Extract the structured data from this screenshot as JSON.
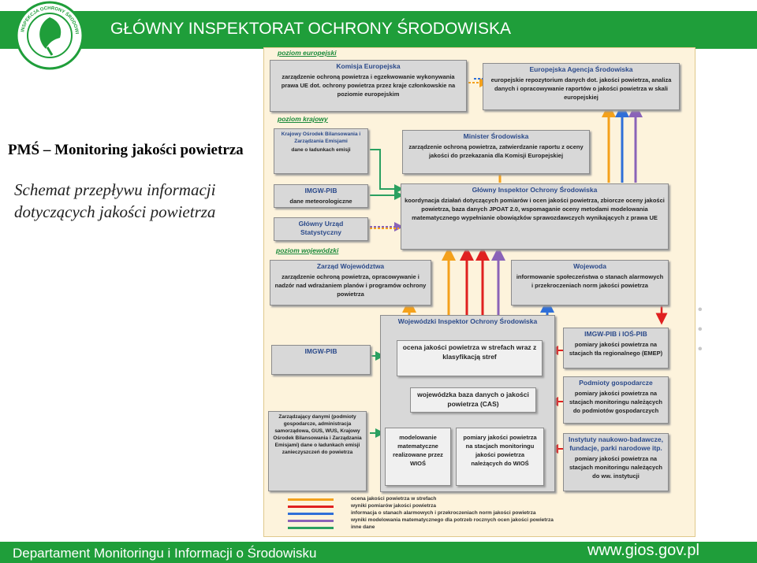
{
  "header": {
    "title": "GŁÓWNY INSPEKTORAT OCHRONY ŚRODOWISKA"
  },
  "logo": {
    "text": "INSPEKCJA OCHRONY ŚRODOWISKA"
  },
  "slide": {
    "title": "PMŚ – Monitoring jakości powietrza",
    "subtitle_line1": "Schemat przepływu informacji",
    "subtitle_line2": "dotyczących jakości powietrza"
  },
  "diagram": {
    "levels": {
      "eu": "poziom europejski",
      "national": "poziom krajowy",
      "regional": "poziom wojewódzki"
    },
    "boxes": {
      "ke": {
        "title": "Komisja Europejska",
        "body": "zarządzenie ochroną powietrza i egzekwowanie wykonywania prawa UE dot. ochrony powietrza przez kraje członkowskie na poziomie europejskim"
      },
      "eea": {
        "title": "Europejska Agencja Środowiska",
        "body": "europejskie repozytorium danych dot. jakości powietrza, analiza danych i opracowywanie raportów o jakości powietrza w skali europejskiej"
      },
      "kobize": {
        "title": "Krajowy Ośrodek Bilansowania i Zarządzania Emisjami",
        "body": "dane o ładunkach emisji"
      },
      "minister": {
        "title": "Minister Środowiska",
        "body": "zarządzenie ochroną powietrza, zatwierdzanie raportu z oceny jakości do przekazania dla Komisji Europejskiej"
      },
      "imgw_nat": {
        "title": "IMGW-PIB",
        "body": "dane meteorologiczne"
      },
      "gus": {
        "title": "Główny Urząd Statystyczny",
        "body": ""
      },
      "gios": {
        "title": "Główny Inspektor Ochrony Środowiska",
        "body": "koordynacja działań dotyczących pomiarów i ocen jakości powietrza, zbiorcze oceny jakości powietrza, baza danych JPOAT 2.0, wspomaganie oceny metodami modelowania matematycznego wypełnianie obowiązków sprawozdawczych wynikających z prawa UE"
      },
      "zarzad": {
        "title": "Zarząd Województwa",
        "body": "zarządzenie ochroną powietrza, opracowywanie i nadzór nad wdrażaniem planów i programów ochrony powietrza"
      },
      "wojewoda": {
        "title": "Wojewoda",
        "body": "informowanie społeczeństwa o stanach alarmowych i przekroczeniach norm jakości powietrza"
      },
      "wios": {
        "title": "Wojewódzki Inspektor Ochrony Środowiska",
        "body": ""
      },
      "ocena": {
        "title": "",
        "body": "ocena jakości powietrza w strefach wraz z klasyfikacją stref"
      },
      "cas": {
        "title": "",
        "body": "wojewódzka baza danych o jakości powietrza (CAS)"
      },
      "modelowanie": {
        "title": "",
        "body": "modelowanie matematyczne realizowane przez WIOŚ"
      },
      "pomiary": {
        "title": "",
        "body": "pomiary jakości powietrza na stacjach monitoringu jakości powietrza należących do WIOŚ"
      },
      "imgw_reg": {
        "title": "IMGW-PIB",
        "body": ""
      },
      "zarzadzajacy": {
        "title": "",
        "body": "Zarządzający danymi (podmioty gospodarcze, administracja samorządowa, GUS, WUS, Krajowy Ośrodek Bilansowania i Zarządzania Emisjami) dane o ładunkach emisji zanieczyszczeń do powietrza"
      },
      "imgw_ios": {
        "title": "IMGW-PIB i IOŚ-PIB",
        "body": "pomiary jakości powietrza na stacjach tła regionalnego (EMEP)"
      },
      "podmioty": {
        "title": "Podmioty gospodarcze",
        "body": "pomiary jakości powietrza na stacjach monitoringu należących do podmiotów gospodarczych"
      },
      "instytuty": {
        "title": "Instytuty naukowo-badawcze, fundacje, parki narodowe itp.",
        "body": "pomiary jakości powietrza na stacjach monitoringu należących do ww. instytucji"
      }
    },
    "legend": [
      {
        "color": "#f4a11b",
        "text": "ocena jakości powietrza w strefach"
      },
      {
        "color": "#e02020",
        "text": "wyniki pomiarów jakości powietrza"
      },
      {
        "color": "#2f6fd8",
        "text": "informacja o stanach alarmowych i przekroczeniach norm jakości powietrza"
      },
      {
        "color": "#8a63b8",
        "text": "wyniki modelowania matematycznego dla potrzeb rocznych ocen jakości powietrza"
      },
      {
        "color": "#2aa060",
        "text": "inne dane"
      }
    ]
  },
  "footer": {
    "department": "Departament Monitoringu i Informacji o Środowisku",
    "url": "www.gios.gov.pl"
  }
}
